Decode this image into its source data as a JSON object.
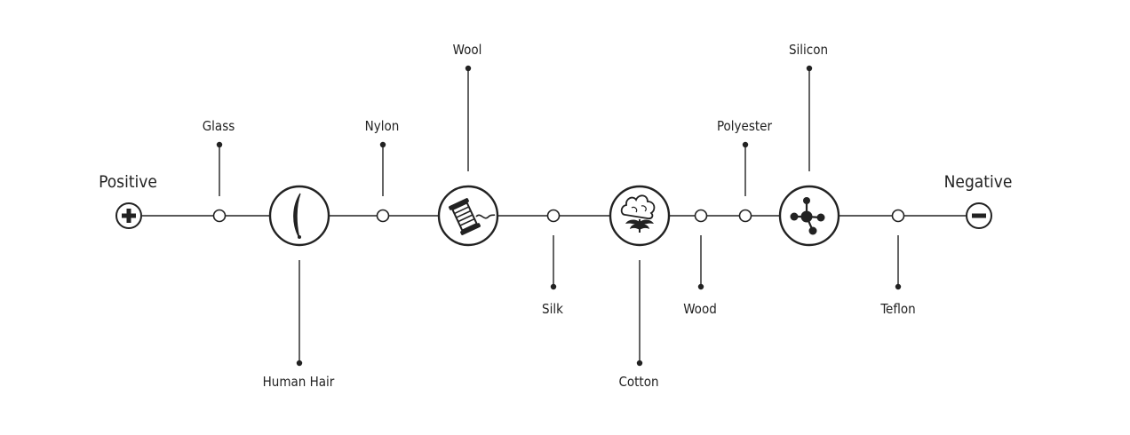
{
  "series": {
    "positive_label": "Positive",
    "negative_label": "Negative",
    "materials": [
      {
        "key": "glass",
        "label": "Glass"
      },
      {
        "key": "human-hair",
        "label": "Human Hair"
      },
      {
        "key": "nylon",
        "label": "Nylon"
      },
      {
        "key": "wool",
        "label": "Wool"
      },
      {
        "key": "silk",
        "label": "Silk"
      },
      {
        "key": "cotton",
        "label": "Cotton"
      },
      {
        "key": "wood",
        "label": "Wood"
      },
      {
        "key": "polyester",
        "label": "Polyester"
      },
      {
        "key": "silicon",
        "label": "Silicon"
      },
      {
        "key": "teflon",
        "label": "Teflon"
      }
    ],
    "icons": [
      "plus-icon",
      "hair-icon",
      "thread-spool-icon",
      "cotton-plant-icon",
      "molecule-icon",
      "minus-icon"
    ]
  }
}
